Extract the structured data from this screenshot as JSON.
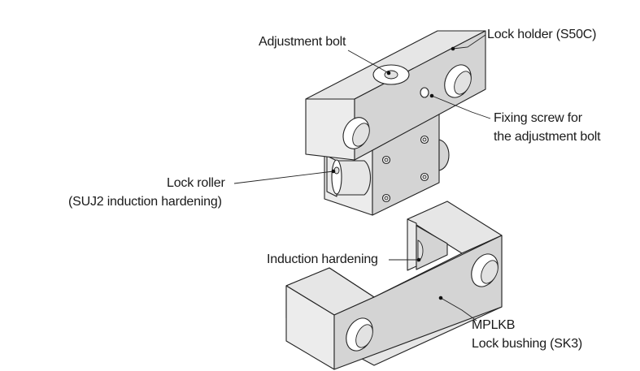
{
  "labels": {
    "adjustment_bolt": "Adjustment bolt",
    "lock_holder": "Lock holder (S50C)",
    "fixing_screw_line1": "Fixing screw for",
    "fixing_screw_line2": "the adjustment bolt",
    "lock_roller_line1": "Lock roller",
    "lock_roller_line2": "(SUJ2 induction hardening)",
    "induction_hardening": "Induction hardening",
    "mplkb_line1": "MPLKB",
    "mplkb_line2": "Lock bushing (SK3)"
  }
}
